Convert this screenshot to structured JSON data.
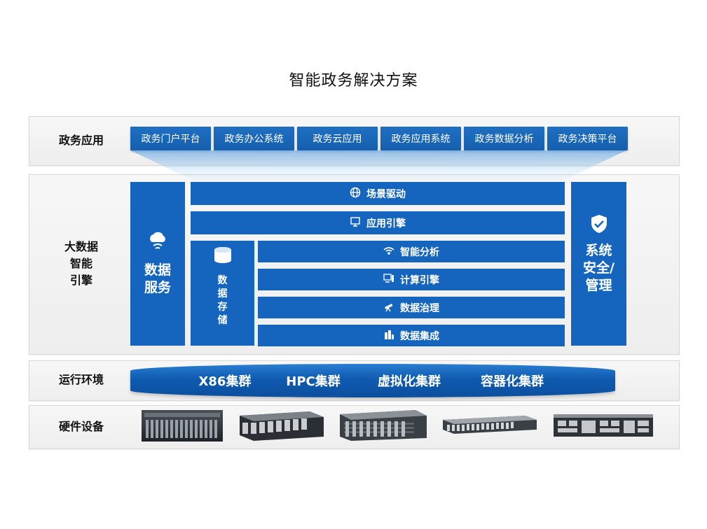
{
  "title": "智能政务解决方案",
  "layers": {
    "apps": "政务应用",
    "engine": "大数据\n智能\n引擎",
    "runtime": "运行环境",
    "hardware": "硬件设备"
  },
  "apps": [
    "政务门户平台",
    "政务办公系统",
    "政务云应用",
    "政务应用系统",
    "政务数据分析",
    "政务决策平台"
  ],
  "engine": {
    "data_service": "数据\n服务",
    "data_storage": "数据存储",
    "security": "系统\n安全/\n管理",
    "bars": [
      {
        "label": "场景驱动",
        "icon": "globe-icon"
      },
      {
        "label": "应用引擎",
        "icon": "monitor-icon"
      },
      {
        "label": "智能分析",
        "icon": "wifi-brain-icon"
      },
      {
        "label": "计算引擎",
        "icon": "computer-icon"
      },
      {
        "label": "数据治理",
        "icon": "telescope-icon"
      },
      {
        "label": "数据集成",
        "icon": "buildings-icon"
      }
    ]
  },
  "runtime": [
    "X86集群",
    "HPC集群",
    "虚拟化集群",
    "容器化集群"
  ],
  "colors": {
    "primary_blue": "#1565bf",
    "band_bg": "#efefef"
  }
}
